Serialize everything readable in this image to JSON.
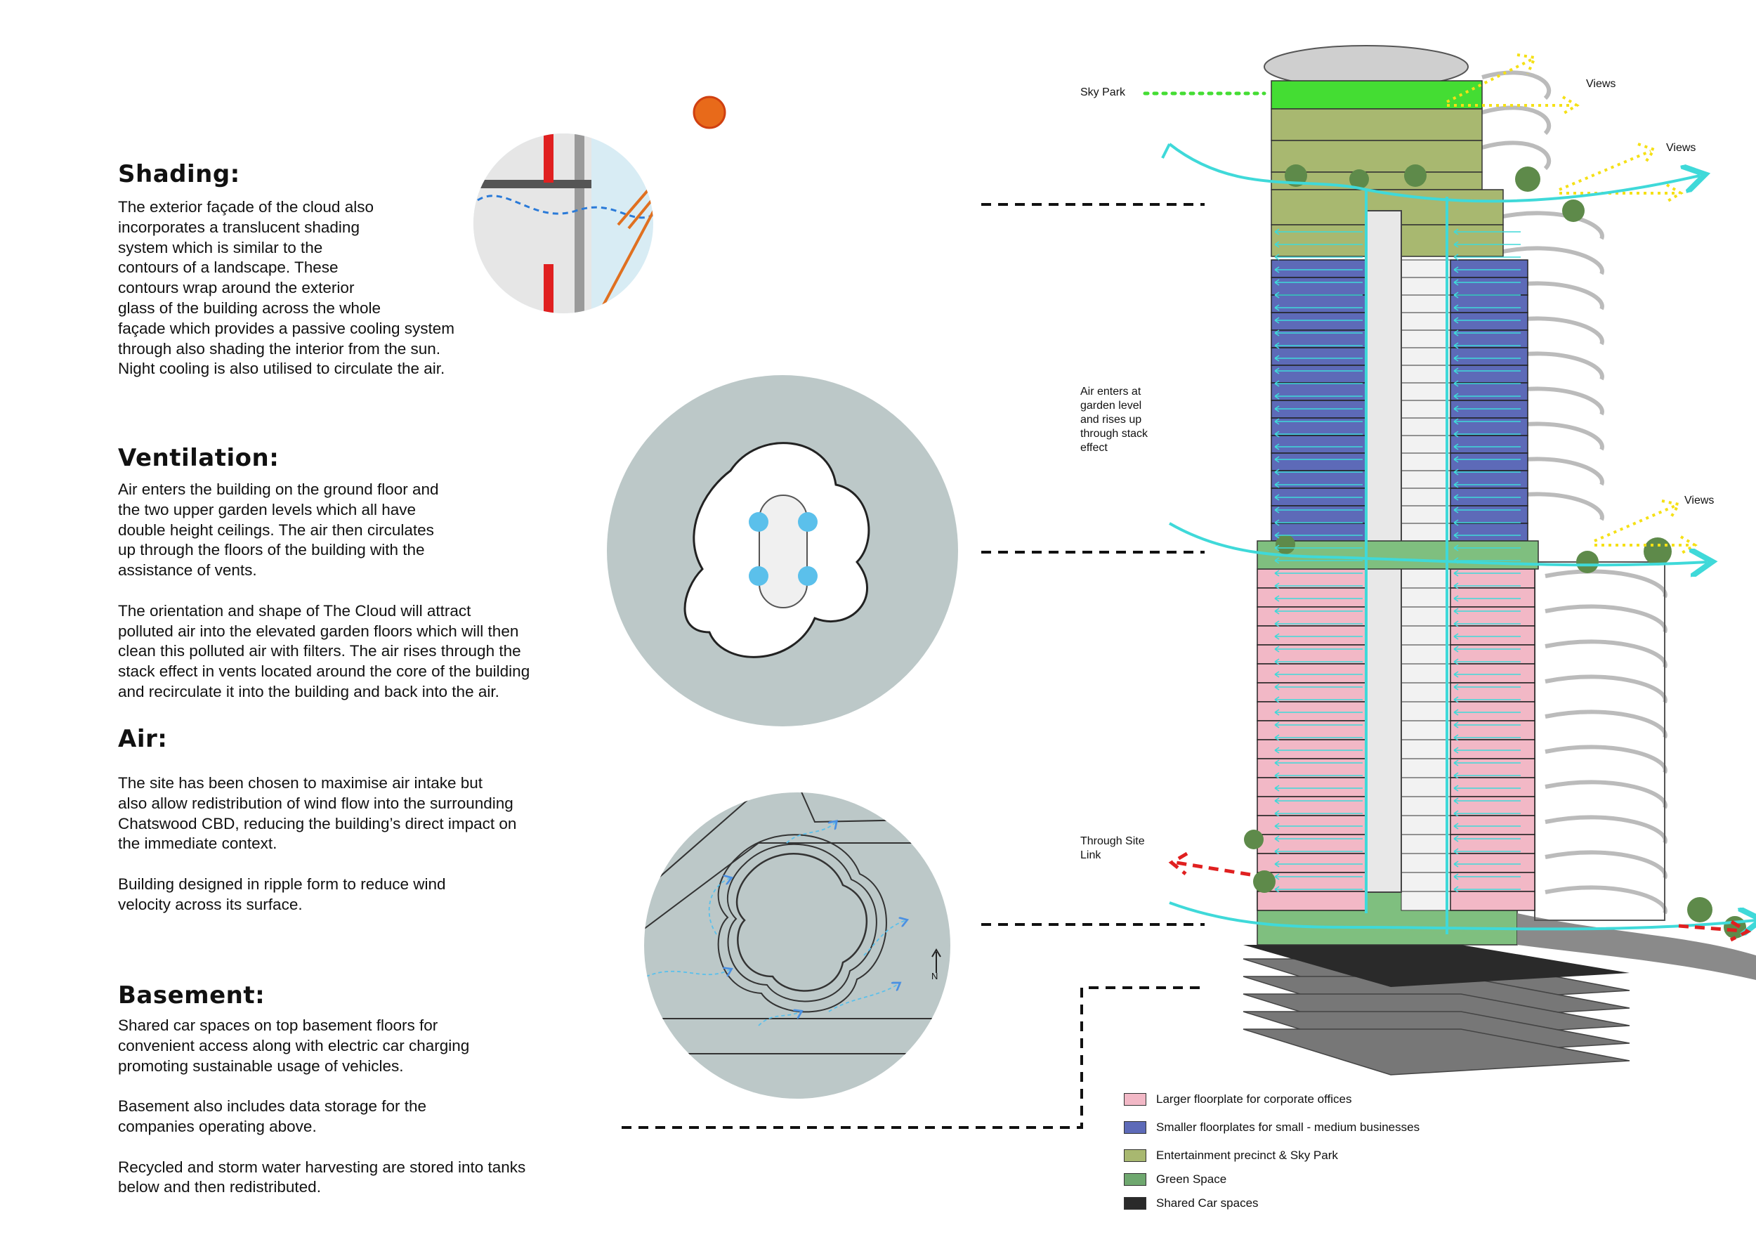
{
  "sections": {
    "shading": {
      "title": "Shading:",
      "body": "The exterior façade of the cloud also\nincorporates a translucent shading\nsystem which is similar to the\ncontours of a landscape. These\ncontours wrap around the exterior\nglass of the building across the whole\nfaçade which provides a passive cooling system\nthrough also shading the interior from the sun.\nNight cooling is also utilised to circulate the air."
    },
    "ventilation": {
      "title": "Ventilation:",
      "body": "Air enters the building on the ground floor and\nthe two upper garden levels which all have\ndouble height ceilings. The air then circulates\nup through the floors of the building with the\nassistance of vents.\n\nThe orientation and shape of The Cloud will attract\npolluted air into the elevated garden floors which will then\nclean this polluted air with filters. The air rises through the\nstack effect in vents located around the core of the building\nand recirculate it into the building and back into the air."
    },
    "air": {
      "title": "Air:",
      "body": "The site has been chosen to maximise air intake but\nalso allow redistribution of wind flow into the surrounding\nChatswood CBD, reducing the building’s direct impact on\nthe immediate context.\n\nBuilding designed in ripple form to reduce wind\nvelocity across its surface."
    },
    "basement": {
      "title": "Basement:",
      "body": "Shared car spaces on top basement floors for\nconvenient access along with electric car charging\npromoting sustainable usage of vehicles.\n\nBasement also includes data storage for the\ncompanies operating above.\n\nRecycled and storm water harvesting are stored into tanks\nbelow and then redistributed."
    }
  },
  "labels": {
    "sky_park": "Sky Park",
    "views_1": "Views",
    "views_2": "Views",
    "views_3": "Views",
    "air_enters": "Air enters at\ngarden level\nand rises up\nthrough stack\neffect",
    "through_site": "Through Site\nLink",
    "north": "N"
  },
  "legend": [
    {
      "label": "Larger floorplate for corporate offices",
      "color": "#f2b8c6"
    },
    {
      "label": "Smaller floorplates for small - medium businesses",
      "color": "#5d6ab8"
    },
    {
      "label": "Entertainment precinct & Sky Park",
      "color": "#a8b870"
    },
    {
      "label": "Green Space",
      "color": "#6fa86f"
    },
    {
      "label": "Shared Car spaces",
      "color": "#2a2a2a"
    }
  ],
  "colors": {
    "airflow": "#3fd9d9",
    "views": "#f5e015",
    "through_link": "#e02020",
    "sky_park": "#44dd33",
    "circle_bg": "#bcc8c8"
  }
}
